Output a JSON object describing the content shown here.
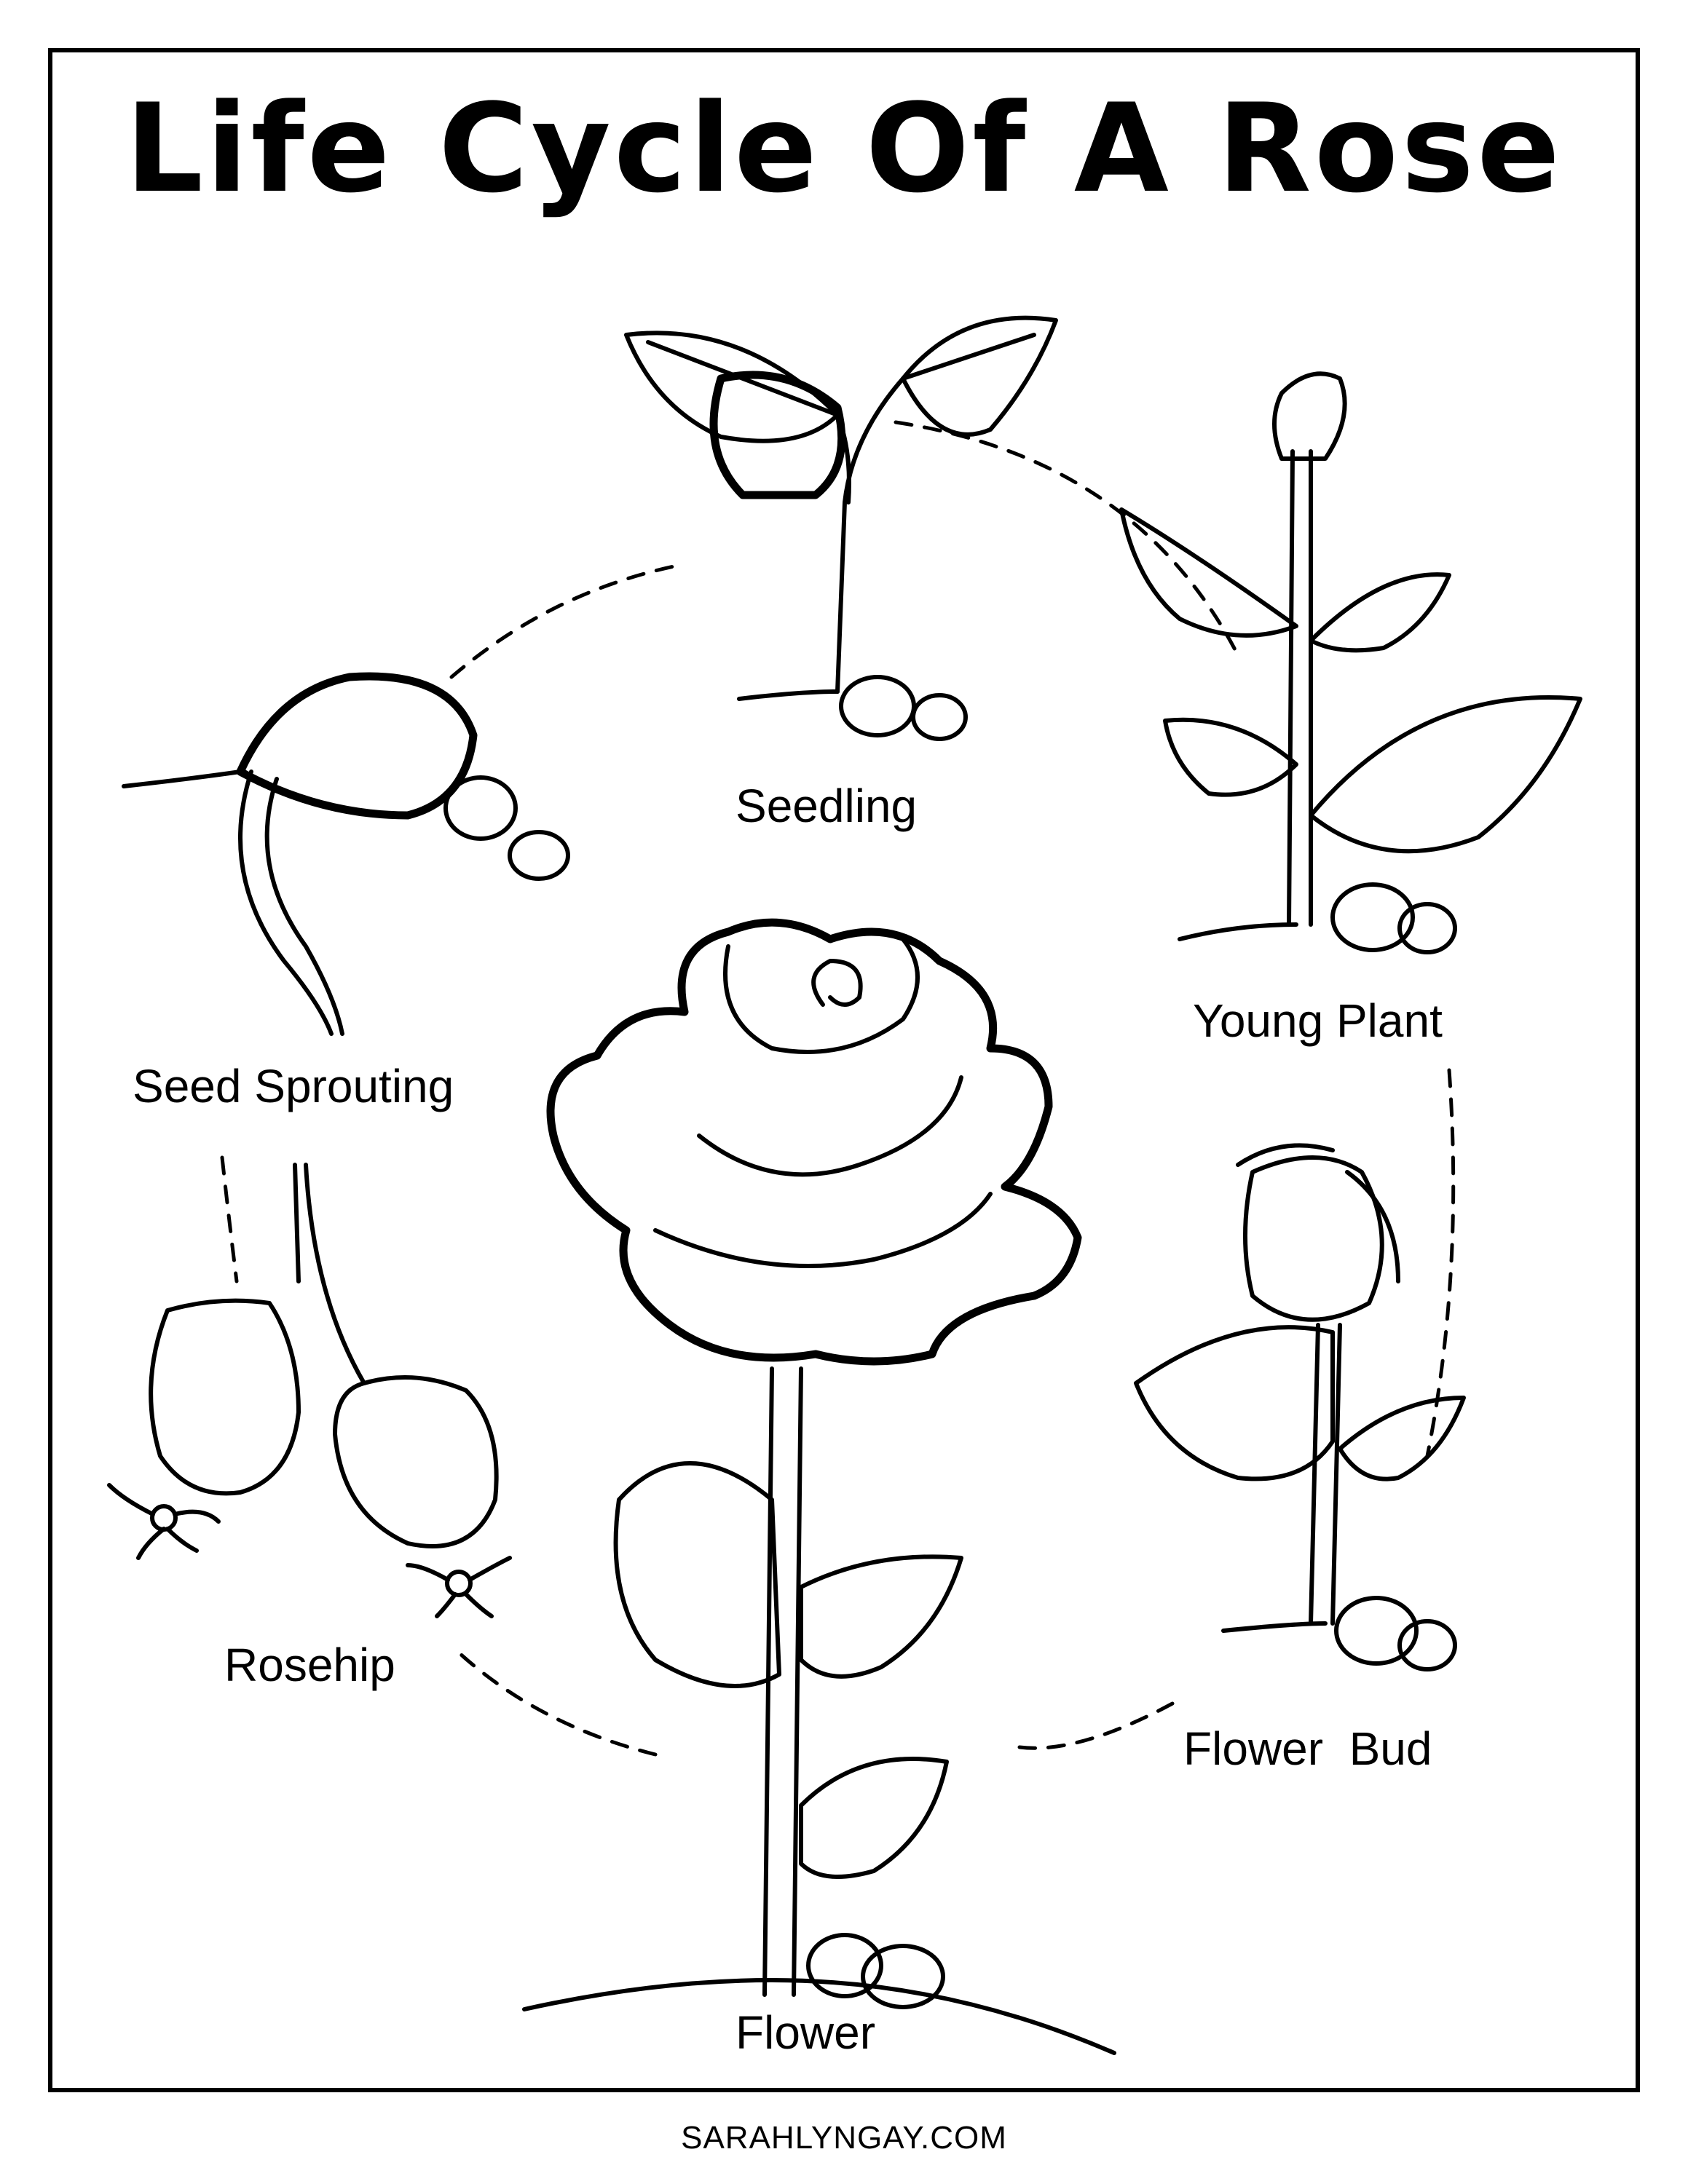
{
  "title": "Life Cycle Of A Rose",
  "stages": {
    "seedling": "Seedling",
    "young_plant": "Young Plant",
    "flower_bud": "Flower  Bud",
    "flower": "Flower",
    "rosehip": "Rosehip",
    "seed_sprouting": "Seed Sprouting"
  },
  "footer": "SARAHLYNGAY.COM",
  "colors": {
    "line": "#000000",
    "background": "#ffffff"
  }
}
